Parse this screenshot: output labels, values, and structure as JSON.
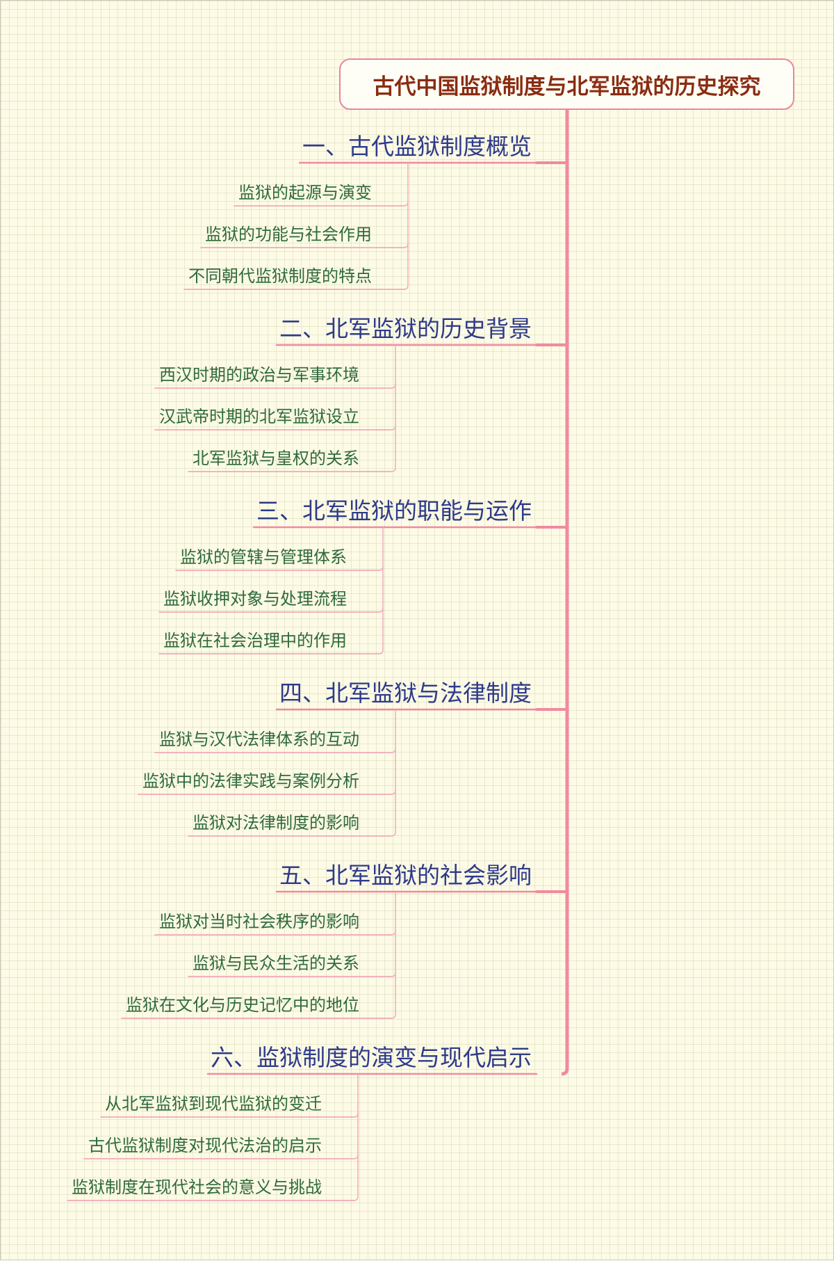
{
  "title": "古代中国监狱制度与北军监狱的历史探究",
  "colors": {
    "trunk": "#f08aa0",
    "branch": "#f3a9b8",
    "heading_text": "#2e3a8a",
    "item_text": "#2f6a3a",
    "title_text": "#8a2c12"
  },
  "sections": [
    {
      "heading": "一、古代监狱制度概览",
      "items": [
        "监狱的起源与演变",
        "监狱的功能与社会作用",
        "不同朝代监狱制度的特点"
      ]
    },
    {
      "heading": "二、北军监狱的历史背景",
      "items": [
        "西汉时期的政治与军事环境",
        "汉武帝时期的北军监狱设立",
        "北军监狱与皇权的关系"
      ]
    },
    {
      "heading": "三、北军监狱的职能与运作",
      "items": [
        "监狱的管辖与管理体系",
        "监狱收押对象与处理流程",
        "监狱在社会治理中的作用"
      ]
    },
    {
      "heading": "四、北军监狱与法律制度",
      "items": [
        "监狱与汉代法律体系的互动",
        "监狱中的法律实践与案例分析",
        "监狱对法律制度的影响"
      ]
    },
    {
      "heading": "五、北军监狱的社会影响",
      "items": [
        "监狱对当时社会秩序的影响",
        "监狱与民众生活的关系",
        "监狱在文化与历史记忆中的地位"
      ]
    },
    {
      "heading": "六、监狱制度的演变与现代启示",
      "items": [
        "从北军监狱到现代监狱的变迁",
        "古代监狱制度对现代法治的启示",
        "监狱制度在现代社会的意义与挑战"
      ]
    }
  ]
}
